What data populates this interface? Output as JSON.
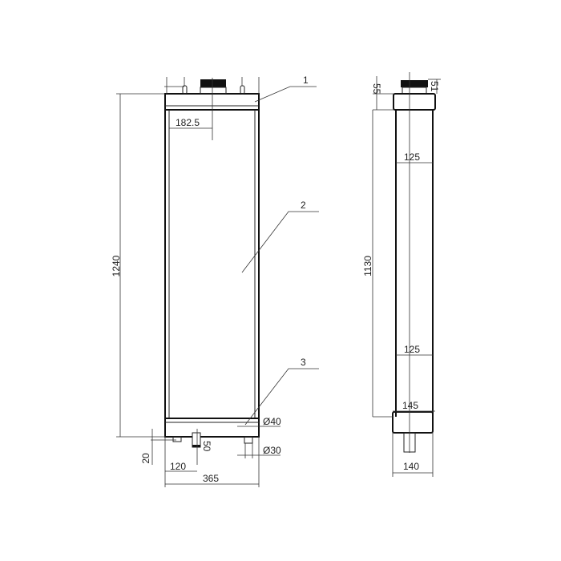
{
  "front_view": {
    "dim_height": "1240",
    "dim_inlet_offset": "182.5",
    "dim_width": "365",
    "dim_outlet_offset": "120",
    "dim_bottom": "20",
    "dim_outlet_size": "50",
    "dim_dia_40": "Ø40",
    "dim_dia_30": "Ø30",
    "callout_1": "1",
    "callout_2": "2",
    "callout_3": "3"
  },
  "side_view": {
    "dim_top_55": "55",
    "dim_top_51": "51",
    "dim_core_height": "1130",
    "dim_core_depth_top": "125",
    "dim_core_depth_bottom": "125",
    "dim_tank_depth": "145",
    "dim_total_depth": "140"
  }
}
